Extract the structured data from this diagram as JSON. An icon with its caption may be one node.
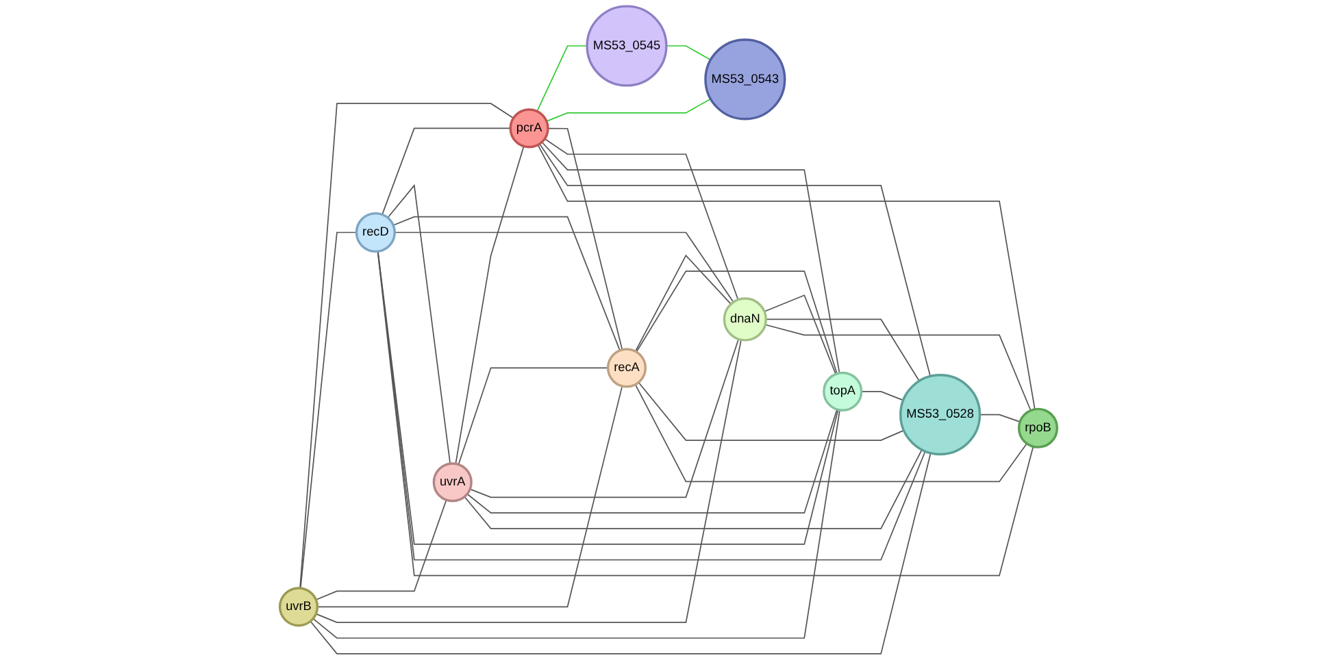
{
  "diagram": {
    "nodes": [
      {
        "text": [
          "MS53_0545"
        ]
      },
      {
        "text": [
          "MS53_0543"
        ]
      },
      {
        "text": [
          "uvrB"
        ]
      },
      {
        "text": [
          "pcrA"
        ]
      },
      {
        "text": [
          "recD"
        ]
      },
      {
        "text": [
          "uvrA"
        ]
      },
      {
        "text": [
          "recA"
        ]
      },
      {
        "text": [
          "dnaN"
        ]
      },
      {
        "text": [
          "topA"
        ]
      },
      {
        "text": [
          "MS53_0528"
        ]
      },
      {
        "text": [
          "rpoB"
        ]
      }
    ],
    "edges": [
      {
        "from": 3,
        "to": 0,
        "arrow": "none",
        "color": "#33cc33"
      },
      {
        "from": 0,
        "to": 1,
        "arrow": "none",
        "color": "#33cc33"
      },
      {
        "from": 3,
        "to": 1,
        "arrow": "none",
        "color": "#33cc33"
      },
      {
        "from": 2,
        "to": 3,
        "arrow": "none"
      },
      {
        "from": 2,
        "to": 4,
        "arrow": "none"
      },
      {
        "from": 2,
        "to": 5,
        "arrow": "none"
      },
      {
        "from": 2,
        "to": 6,
        "arrow": "none"
      },
      {
        "from": 2,
        "to": 7,
        "arrow": "none"
      },
      {
        "from": 2,
        "to": 8,
        "arrow": "none"
      },
      {
        "from": 2,
        "to": 9,
        "arrow": "none"
      },
      {
        "from": 4,
        "to": 3,
        "arrow": "none"
      },
      {
        "from": 5,
        "to": 3,
        "arrow": "none"
      },
      {
        "from": 3,
        "to": 6,
        "arrow": "none"
      },
      {
        "from": 3,
        "to": 7,
        "arrow": "none"
      },
      {
        "from": 3,
        "to": 8,
        "arrow": "none"
      },
      {
        "from": 3,
        "to": 9,
        "arrow": "none"
      },
      {
        "from": 3,
        "to": 10,
        "arrow": "none"
      },
      {
        "from": 4,
        "to": 5,
        "arrow": "none"
      },
      {
        "from": 4,
        "to": 6,
        "arrow": "none"
      },
      {
        "from": 4,
        "to": 7,
        "arrow": "none"
      },
      {
        "from": 4,
        "to": 8,
        "arrow": "none"
      },
      {
        "from": 4,
        "to": 9,
        "arrow": "none"
      },
      {
        "from": 4,
        "to": 10,
        "arrow": "none"
      },
      {
        "from": 5,
        "to": 6,
        "arrow": "none"
      },
      {
        "from": 5,
        "to": 7,
        "arrow": "none"
      },
      {
        "from": 5,
        "to": 8,
        "arrow": "none"
      },
      {
        "from": 5,
        "to": 9,
        "arrow": "none"
      },
      {
        "from": 6,
        "to": 7,
        "arrow": "none"
      },
      {
        "from": 6,
        "to": 8,
        "arrow": "none"
      },
      {
        "from": 6,
        "to": 9,
        "arrow": "none"
      },
      {
        "from": 6,
        "to": 10,
        "arrow": "none"
      },
      {
        "from": 7,
        "to": 8,
        "arrow": "none"
      },
      {
        "from": 7,
        "to": 9,
        "arrow": "none"
      },
      {
        "from": 7,
        "to": 10,
        "arrow": "none"
      },
      {
        "from": 8,
        "to": 9,
        "arrow": "none"
      },
      {
        "from": 9,
        "to": 10,
        "arrow": "none"
      }
    ]
  }
}
